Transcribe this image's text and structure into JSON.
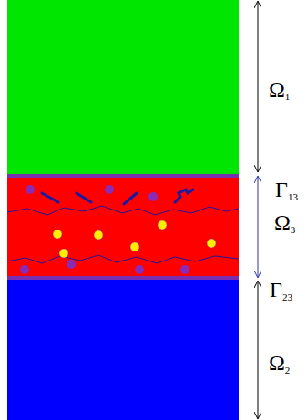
{
  "diagram": {
    "labels": [
      "Ω1",
      "Γ13",
      "Ω3",
      "Γ23",
      "Ω2"
    ]
  }
}
